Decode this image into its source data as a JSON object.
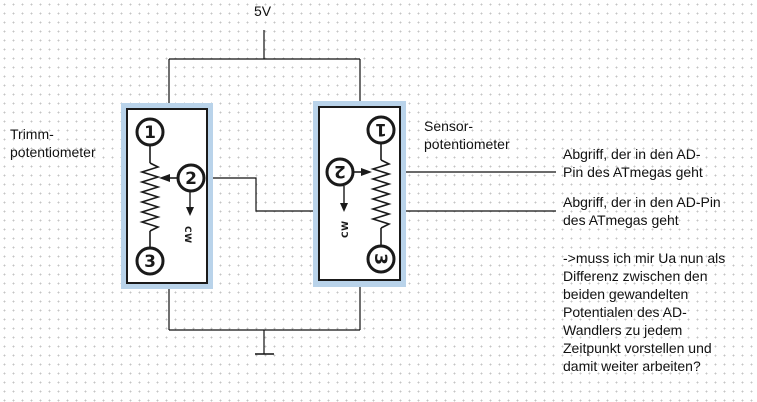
{
  "supply_label": "5V",
  "trim_pot": {
    "label_line1": "Trimm-",
    "label_line2": "potentiometer",
    "pin1": "1",
    "pin2": "2",
    "pin3": "3",
    "direction": "CW"
  },
  "sensor_pot": {
    "label_line1": "Sensor-",
    "label_line2": "potentiometer",
    "pin1": "1",
    "pin2": "2",
    "pin3": "3",
    "direction": "CW"
  },
  "annotations": {
    "tap_sensor_line1": "Abgriff, der in den AD-",
    "tap_sensor_line2": "Pin des ATmegas geht",
    "tap_trim_line1": "Abgriff, der in den AD-Pin",
    "tap_trim_line2": "des ATmegas geht",
    "question": "->muss ich mir Ua nun als\nDifferenz zwischen den\nbeiden gewandelten\nPotentialen des AD-\nWandlers zu jedem\nZeitpunkt vorstellen und\ndamit weiter arbeiten?"
  },
  "colors": {
    "wire": "#111111",
    "pot_shadow": "#b9d3ea",
    "pot_body": "#ffffff",
    "pot_outline": "#1a1a1a"
  }
}
